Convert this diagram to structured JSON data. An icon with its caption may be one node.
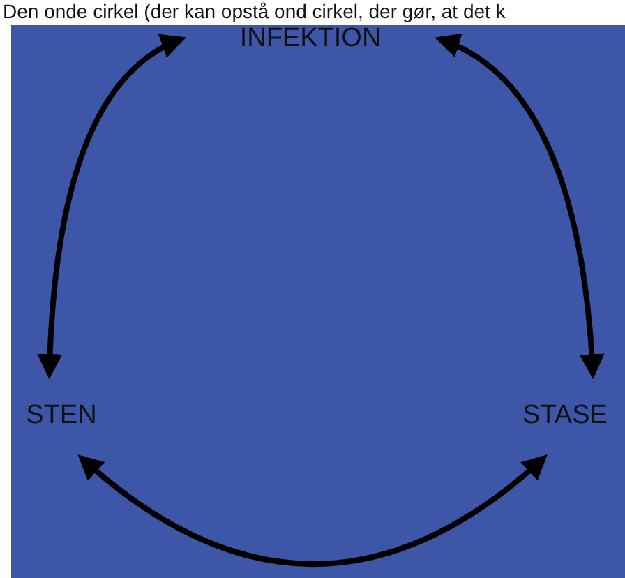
{
  "diagram": {
    "title": "Den onde cirkel (der kan opstå ond cirkel, der gør, at det k",
    "nodes": [
      {
        "text": [
          "INFEKTION"
        ]
      },
      {
        "text": [
          "STEN"
        ]
      },
      {
        "text": [
          "STASE"
        ]
      }
    ],
    "edges": [
      {
        "from": 0,
        "to": 1,
        "arrow": "both"
      },
      {
        "from": 0,
        "to": 2,
        "arrow": "both"
      },
      {
        "from": 1,
        "to": 2,
        "arrow": "both"
      }
    ]
  }
}
